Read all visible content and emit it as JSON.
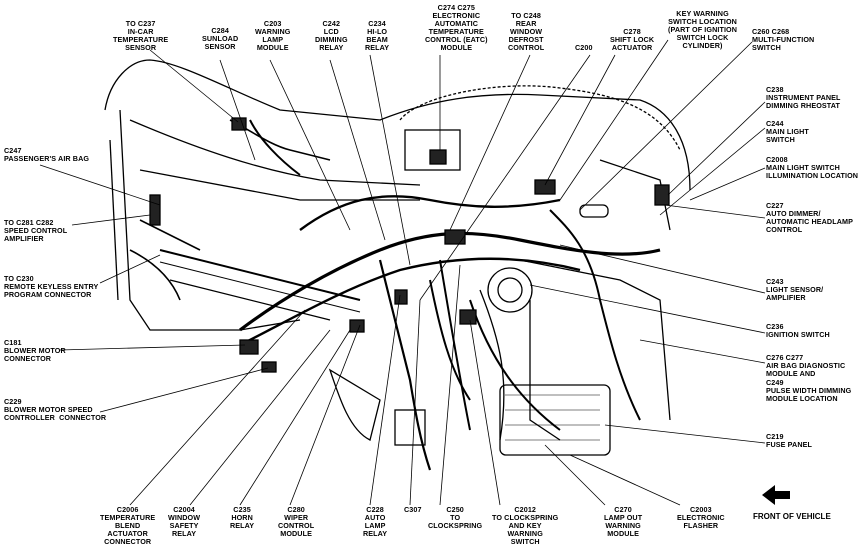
{
  "labels": {
    "c237": "TO C237\nIN-CAR\nTEMPERATURE\nSENSOR",
    "c284": "C284\nSUNLOAD\nSENSOR",
    "c203": "C203\nWARNING\nLAMP\nMODULE",
    "c242": "C242\nLCD\nDIMMING\nRELAY",
    "c234": "C234\nHI-LO\nBEAM\nRELAY",
    "c274": "C274 C275\nELECTRONIC\nAUTOMATIC\nTEMPERATURE\nCONTROL (EATC)\nMODULE",
    "c248": "TO C248\nREAR\nWINDOW\nDEFROST\nCONTROL",
    "c200": "C200",
    "c278": "C278\nSHIFT LOCK\nACTUATOR",
    "keywarn": "KEY WARNING\nSWITCH LOCATION\n(PART OF IGNITION\nSWITCH LOCK\nCYLINDER)",
    "c260": "C260 C268\nMULTI-FUNCTION\nSWITCH",
    "c247": "C247\nPASSENGER'S AIR BAG",
    "c238": "C238\nINSTRUMENT PANEL\nDIMMING RHEOSTAT",
    "c244": "C244\nMAIN LIGHT\nSWITCH",
    "c2008": "C2008\nMAIN LIGHT SWITCH\nILLUMINATION LOCATION",
    "c281": "TO C281 C282\nSPEED CONTROL\nAMPLIFIER",
    "c227": "C227\nAUTO DIMMER/\nAUTOMATIC HEADLAMP\nCONTROL",
    "c230": "TO C230\nREMOTE KEYLESS ENTRY\nPROGRAM CONNECTOR",
    "c243": "C243\nLIGHT SENSOR/\nAMPLIFIER",
    "c181": "C181\nBLOWER MOTOR\nCONNECTOR",
    "c236": "C236\nIGNITION SWITCH",
    "c276": "C276 C277\nAIR BAG DIAGNOSTIC\nMODULE AND",
    "c249": "C249\nPULSE WIDTH DIMMING\nMODULE LOCATION",
    "c229": "C229\nBLOWER MOTOR SPEED\nCONTROLLER  CONNECTOR",
    "c219": "C219\nFUSE PANEL",
    "c2006": "C2006\nTEMPERATURE\nBLEND\nACTUATOR\nCONNECTOR",
    "c2004": "C2004\nWINDOW\nSAFETY\nRELAY",
    "c235": "C235\nHORN\nRELAY",
    "c280": "C280\nWIPER\nCONTROL\nMODULE",
    "c228": "C228\nAUTO\nLAMP\nRELAY",
    "c307": "C307",
    "c250": "C250\nTO\nCLOCKSPRING",
    "c2012": "C2012\nTO CLOCKSPRING\nAND KEY\nWARNING\nSWITCH",
    "c270": "C270\nLAMP OUT\nWARNING\nMODULE",
    "c2003": "C2003\nELECTRONIC\nFLASHER",
    "front": "FRONT OF VEHICLE"
  }
}
